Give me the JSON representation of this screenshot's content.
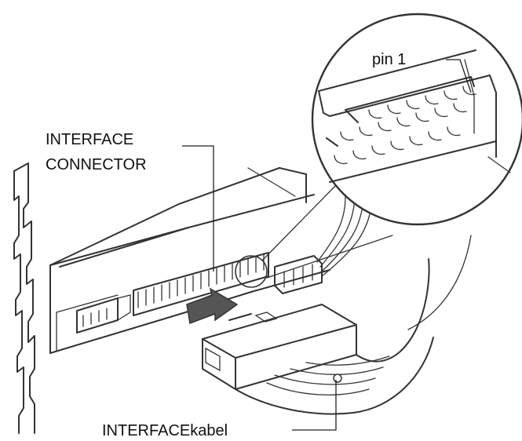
{
  "labels": {
    "pin": "pin 1",
    "connector_line1": "INTERFACE",
    "connector_line2": "CONNECTOR",
    "cable": "INTERFACEkabel"
  },
  "icons": {
    "arrow": "insert-arrow-icon",
    "magnifier": "zoom-callout"
  },
  "colors": {
    "line": "#333333",
    "background": "#ffffff",
    "arrow": "#555555"
  }
}
